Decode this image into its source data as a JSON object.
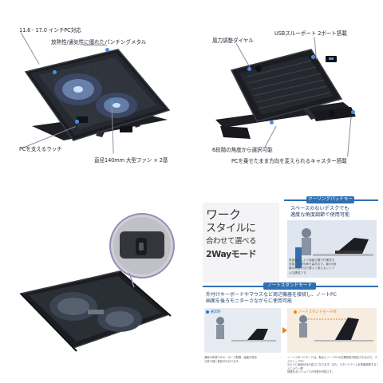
{
  "top_left": {
    "size_label": "11.6 - 17.0 インチPC対応",
    "mesh_label": "放熱性/通気性に優れたパンチングメタル",
    "latch_label": "PCを支えるラッチ",
    "fan_label": "直径140mm 大型ファン × 2基"
  },
  "top_right": {
    "dial_label": "風力調整ダイヤル",
    "usb_label": "USBスルーポート 2ポート搭載",
    "angle_label": "6段階の角度から選択可能",
    "caster_label": "PCを乗せたまま方向を変えられるキャスター搭載"
  },
  "bottom_right": {
    "hero_lines": [
      "ワーク",
      "スタイルに",
      "合わせて選べる",
      "2Wayモード"
    ],
    "cooling": {
      "title": "クーリングパッドモード",
      "lead": [
        "スペースのないデスクでも",
        "適度な角度調節で使用可能"
      ],
      "note": [
        "角度調節により画面位置や作業性を",
        "改善し作業効率を高めます。最大6段",
        "階の角度を切り替えて使えるシンプ",
        "ルな構成です。"
      ]
    },
    "note_stand": {
      "title": "ノートスタンドモード",
      "lead": [
        "外付けキーボードやマウスなど周辺機器を接続し、ノートPC",
        "画面を後ろモニターさながらに使用可能"
      ],
      "legend_a": "通常時",
      "legend_b": "ノートスタンドモード時",
      "caption_left": [
        "通常の状態でのキーボード配置。画面が低め",
        "で肩や首に負担がかかります。"
      ],
      "caption_right": [
        "ノートスタンドモードは、拠点とノートPCの位置関係が固定されるので、デスクトップPC",
        "のように画面が目の高さになります。また、スタンドアームを角度調節することにより一層",
        "快適なポジションでの作業が可能です。"
      ]
    }
  },
  "colors": {
    "accent_blue": "#4a90e2",
    "title_bar": "#2f6fb3",
    "orange": "#e8851e",
    "body_dark": "#1b1d22"
  }
}
